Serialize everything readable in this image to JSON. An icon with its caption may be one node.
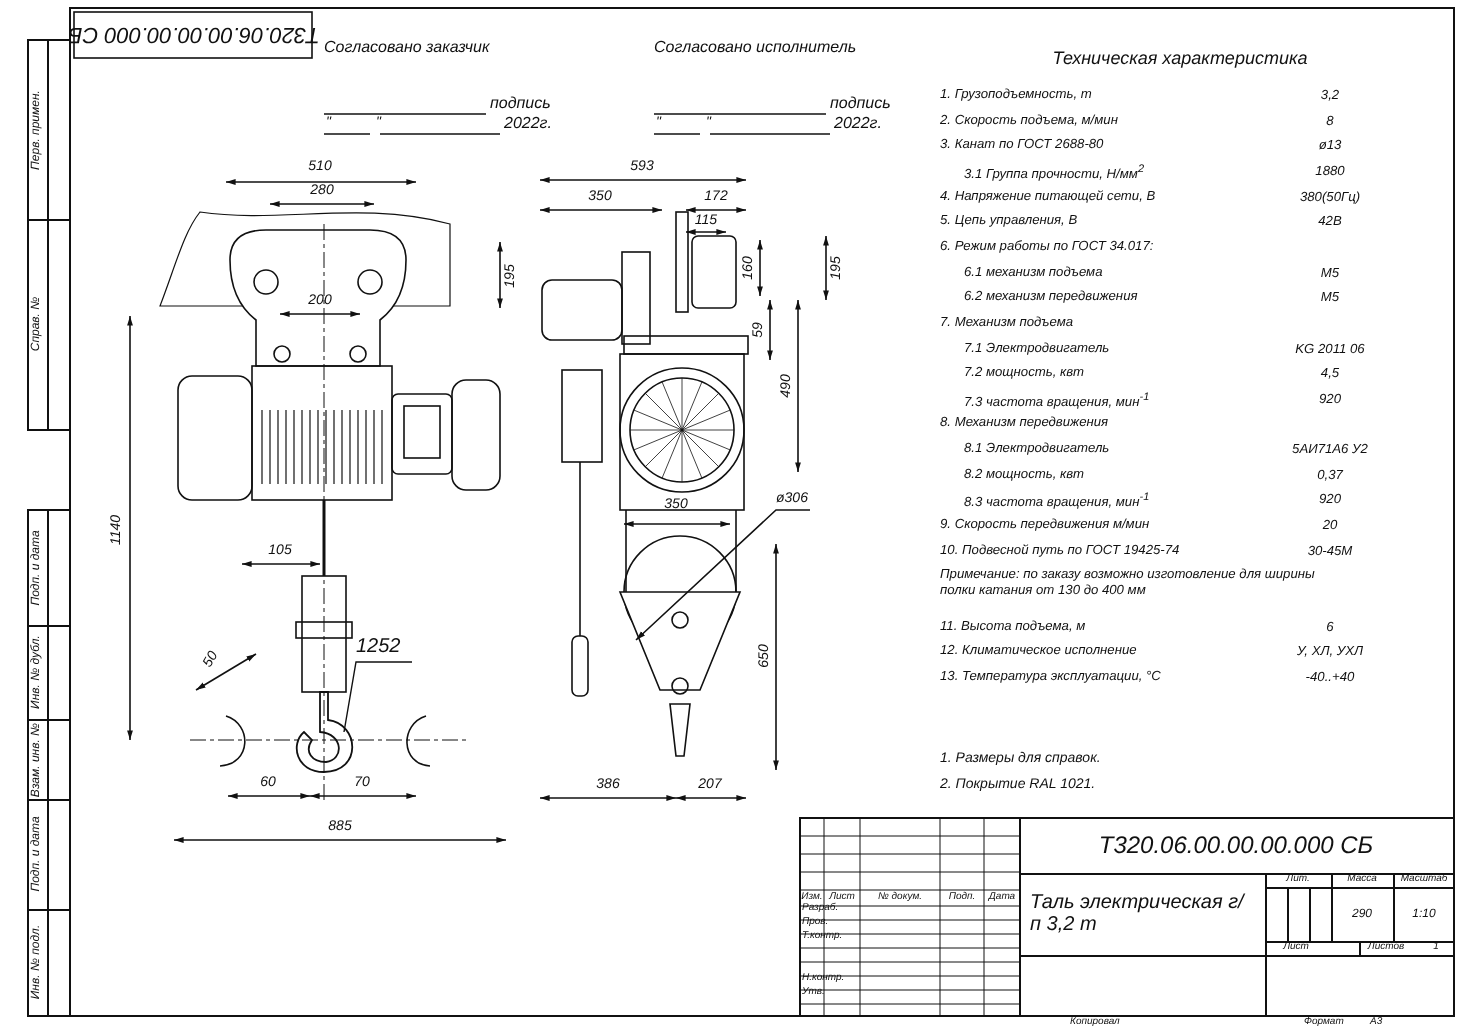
{
  "diagram": {
    "nodes": [
      {
        "text": [
          "1252"
        ]
      },
      {
        "text": [],
        "shape": "picture"
      }
    ],
    "edges": [
      {
        "from": 0,
        "to": 1,
        "arrow": "none"
      }
    ],
    "labels": [
      "Т320.06.00.00.00.000 СБ",
      "Согласовано заказчик",
      "подпись",
      "\"",
      "\"",
      "2022г.",
      "Согласовано исполнитель",
      "подпись",
      "\"",
      "\"",
      "2022г.",
      "Техническая характеристика",
      "1. Грузоподъемность, т",
      "3,2",
      "2. Скорость подъема, м/мин",
      "8",
      "3. Канат по ГОСТ 2688-80",
      "ø13",
      "3.1 Группа прочности, Н/мм$^{2}$",
      "1880",
      "4. Напряжение питающей сети, В",
      "380(50Гц)",
      "5. Цепь управления, В",
      "42В",
      "6. Режим работы по ГОСТ 34.017:",
      "6.1 механизм подъема",
      "М5",
      "6.2 механизм передвижения",
      "М5",
      "7. Механизм подъема",
      "7.1 Электродвигатель",
      "KG 2011 06",
      "7.2 мощность, квт",
      "4,5",
      "7.3 частота вращения, мин$^{-1}$",
      "920",
      "8. Механизм передвижения",
      "8.1 Электродвигатель",
      "5АИ71А6 У2",
      "8.2 мощность, квт",
      "0,37",
      "8.3 частота вращения, мин$^{-1}$",
      "920",
      "9. Скорость передвижения м/мин",
      "20",
      "10. Подвесной путь по ГОСТ 19425-74",
      "30-45М",
      "Примечание: по заказу возможно изготовление для ширины полки катания от 130 до 400 мм",
      "11. Высота подъема, м",
      "6",
      "12. Климатическое исполнение",
      "У, ХЛ, УХЛ",
      "13. Температура эксплуатации, °С",
      "-40..+40",
      "1. Размеры для справок.",
      "2. Покрытие RAL 1021.",
      "510",
      "280",
      "195",
      "200",
      "1140",
      "105",
      "50",
      "60",
      "70",
      "885",
      "593",
      "350",
      "172",
      "115",
      "160",
      "195",
      "59",
      "490",
      "350",
      "650",
      "386",
      "207",
      "ø306",
      "Перв. примен.",
      "Справ. №",
      "Подп. и дата",
      "Инв. № дубл.",
      "Взам. инв. №",
      "Подп. и дата",
      "Инв. № подл.",
      "Т320.06.00.00.00.000 СБ",
      "Изм.",
      "Лист",
      "№ докум.",
      "Подп.",
      "Дата",
      "Разраб.",
      "Пров.",
      "Т.контр.",
      "Н.контр.",
      "Утв.",
      "Таль электрическая г/п 3,2 т",
      "Лит.",
      "Масса",
      "Масштаб",
      "290",
      "1:10",
      "Лист",
      "Листов",
      "1",
      "Копировал",
      "Формат",
      "A3"
    ]
  }
}
